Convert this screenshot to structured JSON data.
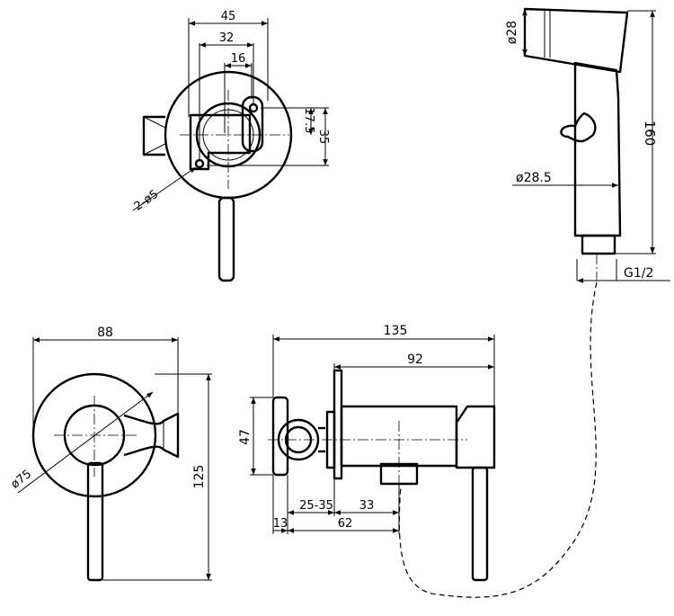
{
  "dimensions": {
    "top_view": {
      "width_45": "45",
      "width_32": "32",
      "width_16": "16",
      "height_17_5": "17.5",
      "height_35": "35",
      "holes": "2-ø5"
    },
    "handset": {
      "head_diameter": "ø28",
      "length": "160",
      "body_diameter": "ø28.5",
      "thread": "G1/2"
    },
    "front_view": {
      "width": "88",
      "plate_diameter": "ø75",
      "height": "125"
    },
    "side_view": {
      "total_length": "135",
      "body_length": "92",
      "holder_height": "47",
      "range": "25-35",
      "outlet_offset": "33",
      "plate_thickness": "13",
      "body_depth": "62"
    }
  }
}
